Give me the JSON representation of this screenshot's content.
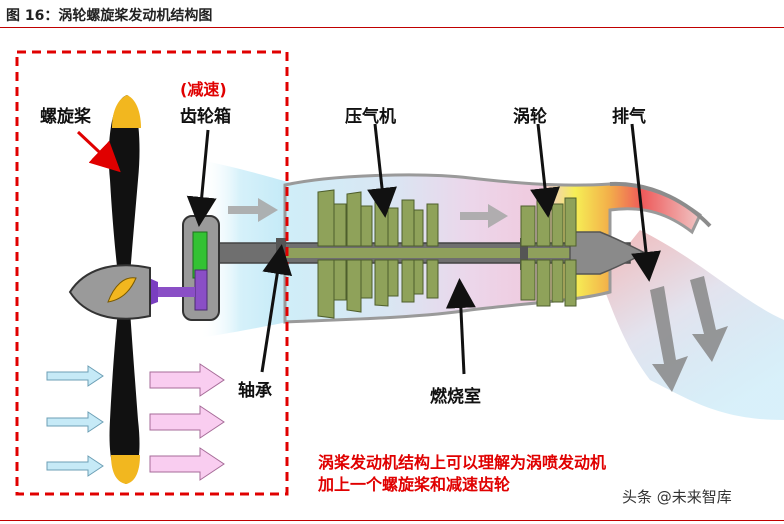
{
  "figure_title": "图 16：涡轮螺旋桨发动机结构图",
  "labels": {
    "propeller": "螺旋桨",
    "reduction": "(减速)",
    "gearbox": "齿轮箱",
    "compressor": "压气机",
    "turbine": "涡轮",
    "exhaust": "排气",
    "bearing": "轴承",
    "combustor": "燃烧室"
  },
  "note": {
    "line1": "涡桨发动机结构上可以理解为涡喷发动机",
    "line2": "加上一个螺旋桨和减速齿轮"
  },
  "watermark": "头条 @未来智库",
  "colors": {
    "highlight_red": "#e00000",
    "blade_black": "#111111",
    "blade_tip": "#f2b71f",
    "gear_green": "#2fbf2f",
    "gear_purple": "#8a4fc6",
    "stage_green": "#8aa25a",
    "intake_arrow": "#bfe6f5",
    "flow_arrow": "#f7c9ef"
  }
}
